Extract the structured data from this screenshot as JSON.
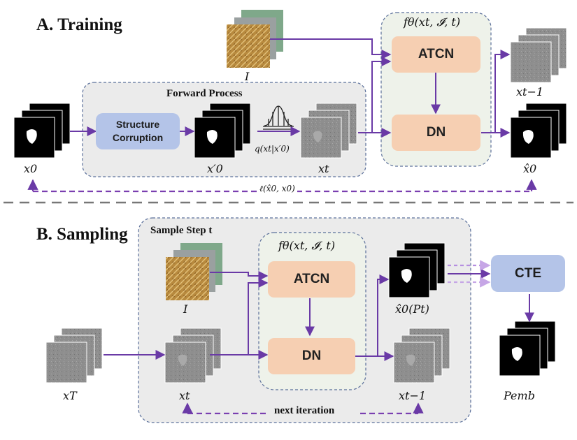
{
  "training": {
    "title": "A. Training",
    "forward_process": "Forward Process",
    "structure_corruption": "Structure Corruption",
    "network_label": "fθ(xt, 𝓘, t)",
    "atcn": "ATCN",
    "dn": "DN",
    "labels": {
      "image": "I",
      "x0": "x0",
      "x0_prime": "x′0",
      "xt": "xt",
      "x_t_minus_1": "xt−1",
      "x0_hat": "x̂0",
      "q": "q(xt|x′0)",
      "loss": "ℓ(x̂0, x0)"
    }
  },
  "sampling": {
    "title": "B. Sampling",
    "sample_step": "Sample Step t",
    "network_label": "fθ(xt, 𝓘, t)",
    "atcn": "ATCN",
    "dn": "DN",
    "cte": "CTE",
    "next_iteration": "next iteration",
    "labels": {
      "image": "I",
      "xT": "xT",
      "xt": "xt",
      "x0_hat_pt": "x̂0(Pt)",
      "x_t_minus_1": "xt−1",
      "p_emb": "Pemb"
    }
  },
  "colors": {
    "arrow": "#6a3aa6",
    "dashed_arrow": "#7a3fb0",
    "module_salmon": "#f6cfb2",
    "module_blue": "#b4c4e8",
    "panel_gray": "#ebebeb",
    "panel_green": "#eef2ea",
    "border_dash": "#5a6f9a"
  }
}
